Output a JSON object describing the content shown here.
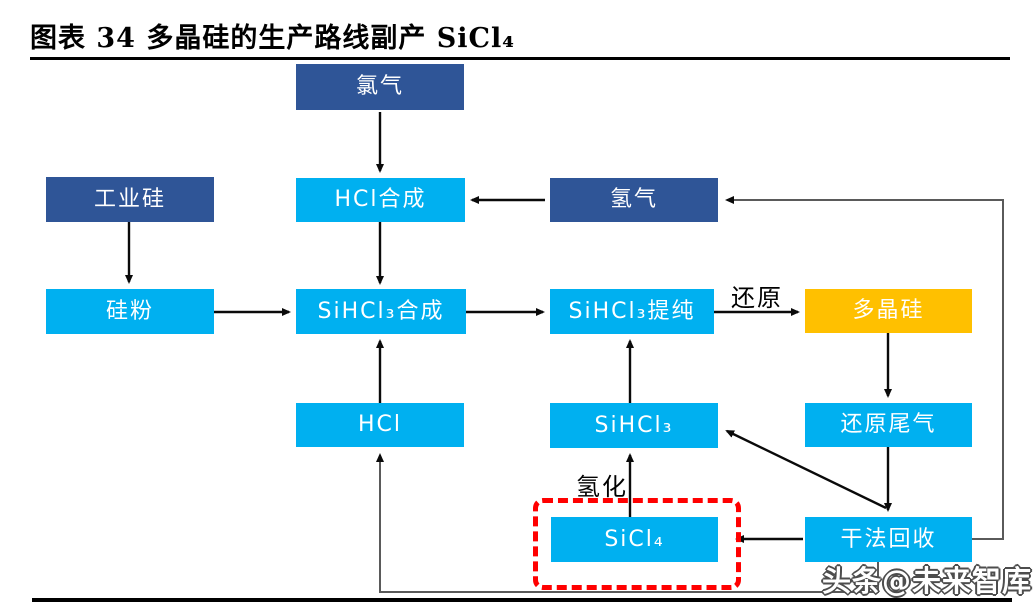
{
  "title": "图表 34 多晶硅的生产路线副产 SiCl₄",
  "watermark": "头条@未来智库",
  "colors": {
    "dark_blue": "#2F5597",
    "light_blue": "#00B0F0",
    "orange": "#FFC000",
    "red": "#FF0000",
    "line_gray": "#5a5a5a"
  },
  "nodes": {
    "chlorine": {
      "label": "氯气",
      "type": "dark"
    },
    "industrial_silicon": {
      "label": "工业硅",
      "type": "dark"
    },
    "hcl_synthesis": {
      "label": "HCl合成",
      "type": "light"
    },
    "hydrogen": {
      "label": "氢气",
      "type": "dark"
    },
    "silicon_powder": {
      "label": "硅粉",
      "type": "light"
    },
    "sihcl3_synthesis": {
      "label": "SiHCl₃合成",
      "type": "light"
    },
    "sihcl3_purification": {
      "label": "SiHCl₃提纯",
      "type": "light"
    },
    "polysilicon": {
      "label": "多晶硅",
      "type": "orange"
    },
    "hcl": {
      "label": "HCl",
      "type": "light"
    },
    "sihcl3": {
      "label": "SiHCl₃",
      "type": "light"
    },
    "reduction_tail_gas": {
      "label": "还原尾气",
      "type": "light"
    },
    "sicl4": {
      "label": "SiCl₄",
      "type": "light",
      "highlighted": true
    },
    "dry_recovery": {
      "label": "干法回收",
      "type": "light"
    }
  },
  "edge_labels": {
    "reduction": "还原",
    "hydrogenation": "氢化"
  },
  "edges": [
    {
      "from": "chlorine",
      "to": "hcl_synthesis"
    },
    {
      "from": "industrial_silicon",
      "to": "silicon_powder"
    },
    {
      "from": "hydrogen",
      "to": "hcl_synthesis"
    },
    {
      "from": "hcl_synthesis",
      "to": "sihcl3_synthesis"
    },
    {
      "from": "silicon_powder",
      "to": "sihcl3_synthesis"
    },
    {
      "from": "sihcl3_synthesis",
      "to": "sihcl3_purification"
    },
    {
      "from": "sihcl3_purification",
      "to": "polysilicon",
      "label": "还原"
    },
    {
      "from": "polysilicon",
      "to": "reduction_tail_gas"
    },
    {
      "from": "reduction_tail_gas",
      "to": "dry_recovery"
    },
    {
      "from": "hcl",
      "to": "sihcl3_synthesis"
    },
    {
      "from": "sihcl3",
      "to": "sihcl3_purification"
    },
    {
      "from": "sicl4",
      "to": "sihcl3",
      "label": "氢化"
    },
    {
      "from": "dry_recovery",
      "to": "sicl4"
    },
    {
      "from": "dry_recovery",
      "to": "sihcl3"
    },
    {
      "from": "dry_recovery",
      "to": "hydrogen"
    },
    {
      "from": "dry_recovery",
      "to": "hcl"
    }
  ]
}
